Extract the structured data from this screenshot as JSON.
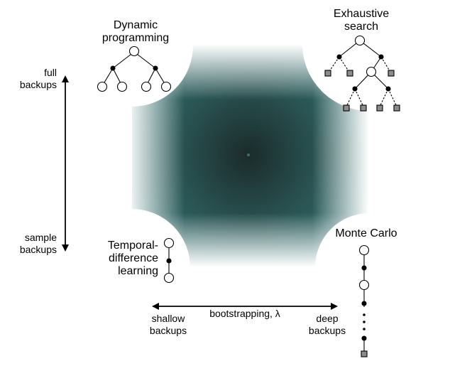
{
  "corners": {
    "dynamic_programming": [
      "Dynamic",
      "programming"
    ],
    "exhaustive_search": [
      "Exhaustive",
      "search"
    ],
    "temporal_difference": [
      "Temporal-",
      "difference",
      "learning"
    ],
    "monte_carlo": [
      "Monte Carlo"
    ]
  },
  "vertical_axis": {
    "top": [
      "full",
      "backups"
    ],
    "bottom": [
      "sample",
      "backups"
    ]
  },
  "horizontal_axis": {
    "middle": "bootstrapping, λ",
    "left": [
      "shallow",
      "backups"
    ],
    "right": [
      "deep",
      "backups"
    ]
  },
  "colors": {
    "center": "#1b2b2b",
    "edge": "#2f6b6a",
    "fade": "#ffffff",
    "terminal_square": "#8c8c8c"
  }
}
